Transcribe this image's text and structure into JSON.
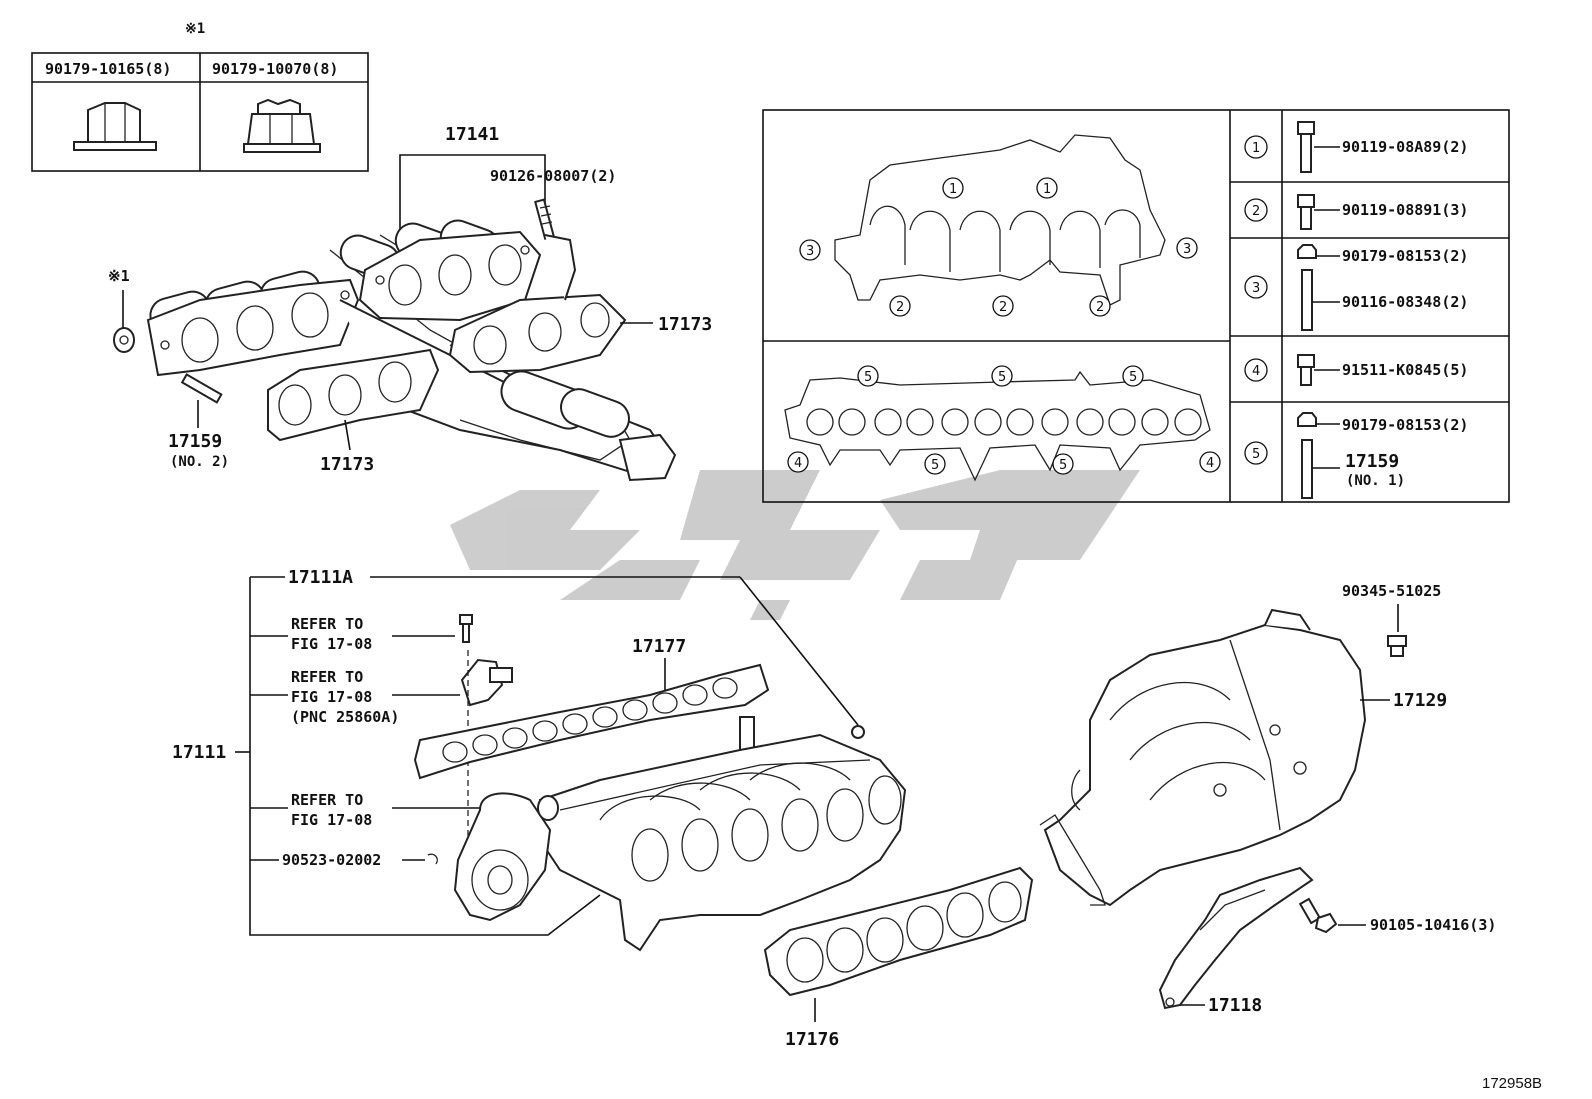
{
  "nut_table": {
    "mark": "※1",
    "col1": "90179-10165(8)",
    "col2": "90179-10070(8)"
  },
  "exhaust": {
    "part_17141": "17141",
    "stud_90126": "90126-08007(2)",
    "mark_nut": "※1",
    "part_17173_a": "17173",
    "part_17173_b": "17173",
    "part_17159": "17159",
    "part_17159_sub": "(NO. 2)"
  },
  "fastener_panel": {
    "markers": [
      "1",
      "2",
      "3",
      "4",
      "5"
    ],
    "rows": [
      {
        "marker": "1",
        "parts": [
          "90119-08A89(2)"
        ]
      },
      {
        "marker": "2",
        "parts": [
          "90119-08891(3)"
        ]
      },
      {
        "marker": "3",
        "parts": [
          "90179-08153(2)",
          "90116-08348(2)"
        ]
      },
      {
        "marker": "4",
        "parts": [
          "91511-K0845(5)"
        ]
      },
      {
        "marker": "5",
        "parts": [
          "90179-08153(2)",
          "17159",
          "(NO. 1)"
        ]
      }
    ]
  },
  "intake_lower": {
    "part_17111A": "17111A",
    "part_17111": "17111",
    "refer1_a": "REFER TO",
    "refer1_b": "FIG 17-08",
    "refer2_a": "REFER TO",
    "refer2_b": "FIG 17-08",
    "refer2_c": "(PNC 25860A)",
    "refer3_a": "REFER TO",
    "refer3_b": "FIG 17-08",
    "part_90523": "90523-02002",
    "part_17177": "17177",
    "part_17176": "17176"
  },
  "intake_upper": {
    "part_90345": "90345-51025",
    "part_17129": "17129",
    "part_90105": "90105-10416(3)",
    "part_17118": "17118"
  },
  "figure_id": "172958B"
}
